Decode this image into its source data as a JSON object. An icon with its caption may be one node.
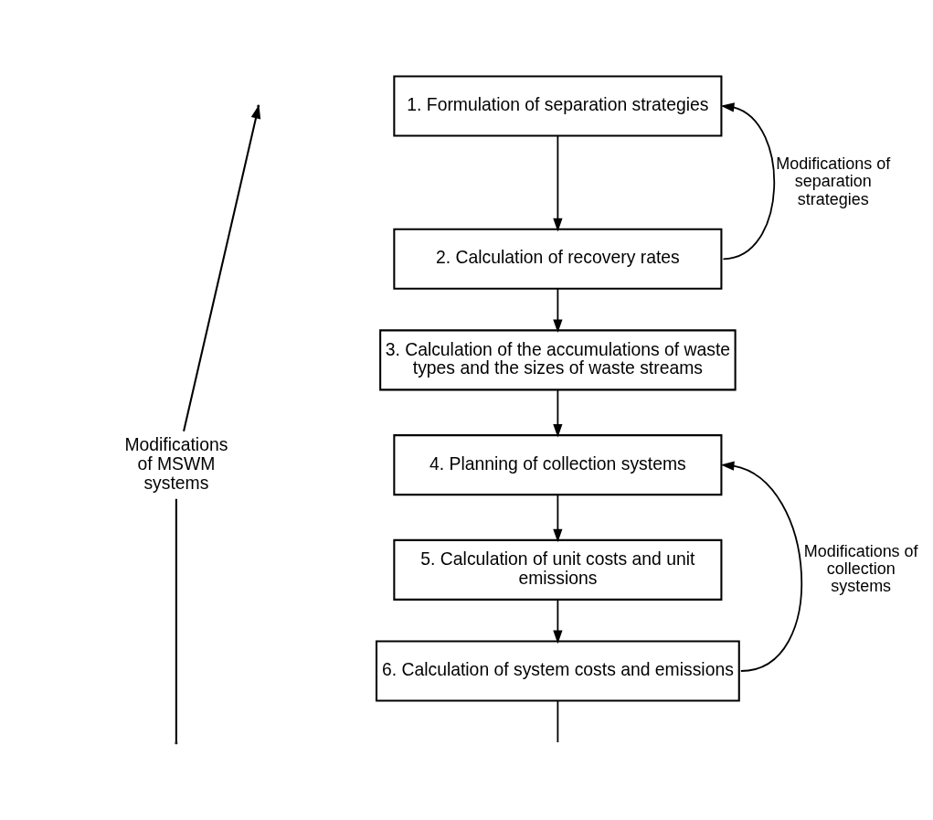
{
  "diagram": {
    "nodes": [
      {
        "text": [
          "1. Formulation of separation strategies"
        ]
      },
      {
        "text": [
          "2. Calculation of recovery rates"
        ]
      },
      {
        "text": [
          "3. Calculation of the accumulations of waste types and the sizes of waste streams"
        ]
      },
      {
        "text": [
          "4. Planning of collection systems"
        ]
      },
      {
        "text": [
          "5. Calculation of unit costs and unit emissions"
        ]
      },
      {
        "text": [
          "6. Calculation of system costs and emissions"
        ]
      }
    ],
    "edges": [
      {
        "from": 0,
        "to": 1,
        "arrow": "to"
      },
      {
        "from": 1,
        "to": 0,
        "arrow": "to",
        "label": "Modifications of separation strategies"
      },
      {
        "from": 1,
        "to": 2,
        "arrow": "to"
      },
      {
        "from": 2,
        "to": 3,
        "arrow": "to"
      },
      {
        "from": 3,
        "to": 4,
        "arrow": "to"
      },
      {
        "from": 4,
        "to": 5,
        "arrow": "to"
      },
      {
        "from": 5,
        "to": 3,
        "arrow": "to",
        "label": "Modifications of collection systems"
      },
      {
        "from": 5,
        "to": null,
        "arrow": "none"
      }
    ],
    "labels": [
      "Modifications of MSWM systems"
    ]
  }
}
